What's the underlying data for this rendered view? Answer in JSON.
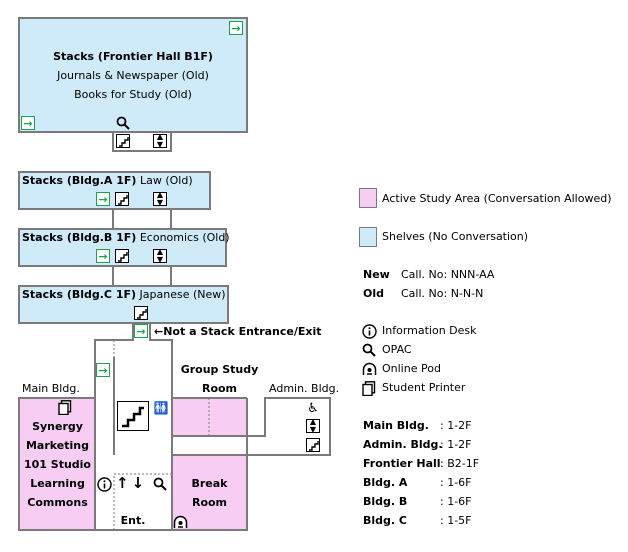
{
  "stacks_frontier": {
    "title": "Stacks (Frontier Hall B1F)",
    "line1": "Journals & Newspaper (Old)",
    "line2": "Books for Study (Old)"
  },
  "stacks_a": {
    "title": "Stacks (Bldg.A 1F)",
    "subject": "Law (Old)"
  },
  "stacks_b": {
    "title": "Stacks (Bldg.B 1F)",
    "subject": "Economics (Old)"
  },
  "stacks_c": {
    "title": "Stacks (Bldg.C 1F)",
    "subject": "Japanese (New)"
  },
  "not_entrance": "←Not a Stack Entrance/Exit",
  "labels": {
    "main_bldg": "Main Bldg.",
    "admin_bldg": "Admin. Bldg.",
    "group_study_1": "Group Study",
    "group_study_2": "Room",
    "synergy": "Synergy",
    "marketing": "Marketing",
    "studio": "101 Studio",
    "learning": "Learning",
    "commons": "Commons",
    "break1": "Break",
    "break2": "Room",
    "ent": "Ent.",
    "arrows": "↑↓"
  },
  "legend": {
    "active": "Active Study Area (Conversation Allowed)",
    "shelves": "Shelves (No Conversation)",
    "active_color": "#f7cdf3",
    "shelves_color": "#cfeaf8",
    "new_tag": "New",
    "new_call": "Call. No: NNN-AA",
    "old_tag": "Old",
    "old_call": "Call. No: N-N-N",
    "info": "Information Desk",
    "opac": "OPAC",
    "pod": "Online Pod",
    "printer": "Student Printer"
  },
  "floors": [
    {
      "name": "Main Bldg.",
      "range": ": 1-2F"
    },
    {
      "name": "Admin. Bldg.",
      "range": ": 1-2F"
    },
    {
      "name": "Frontier Hall",
      "range": ": B2-1F"
    },
    {
      "name": "Bldg. A",
      "range": ": 1-6F"
    },
    {
      "name": "Bldg. B",
      "range": ": 1-6F"
    },
    {
      "name": "Bldg. C",
      "range": ": 1-5F"
    }
  ],
  "icons": {
    "stairs": "stairs-icon",
    "elevator": "elevator-icon",
    "entrance": "entrance-icon",
    "search": "search-icon",
    "info": "info-icon",
    "pod": "online-pod-icon",
    "printer": "printer-icon",
    "wheelchair": "wheelchair-icon",
    "restroom": "restroom-icon"
  }
}
